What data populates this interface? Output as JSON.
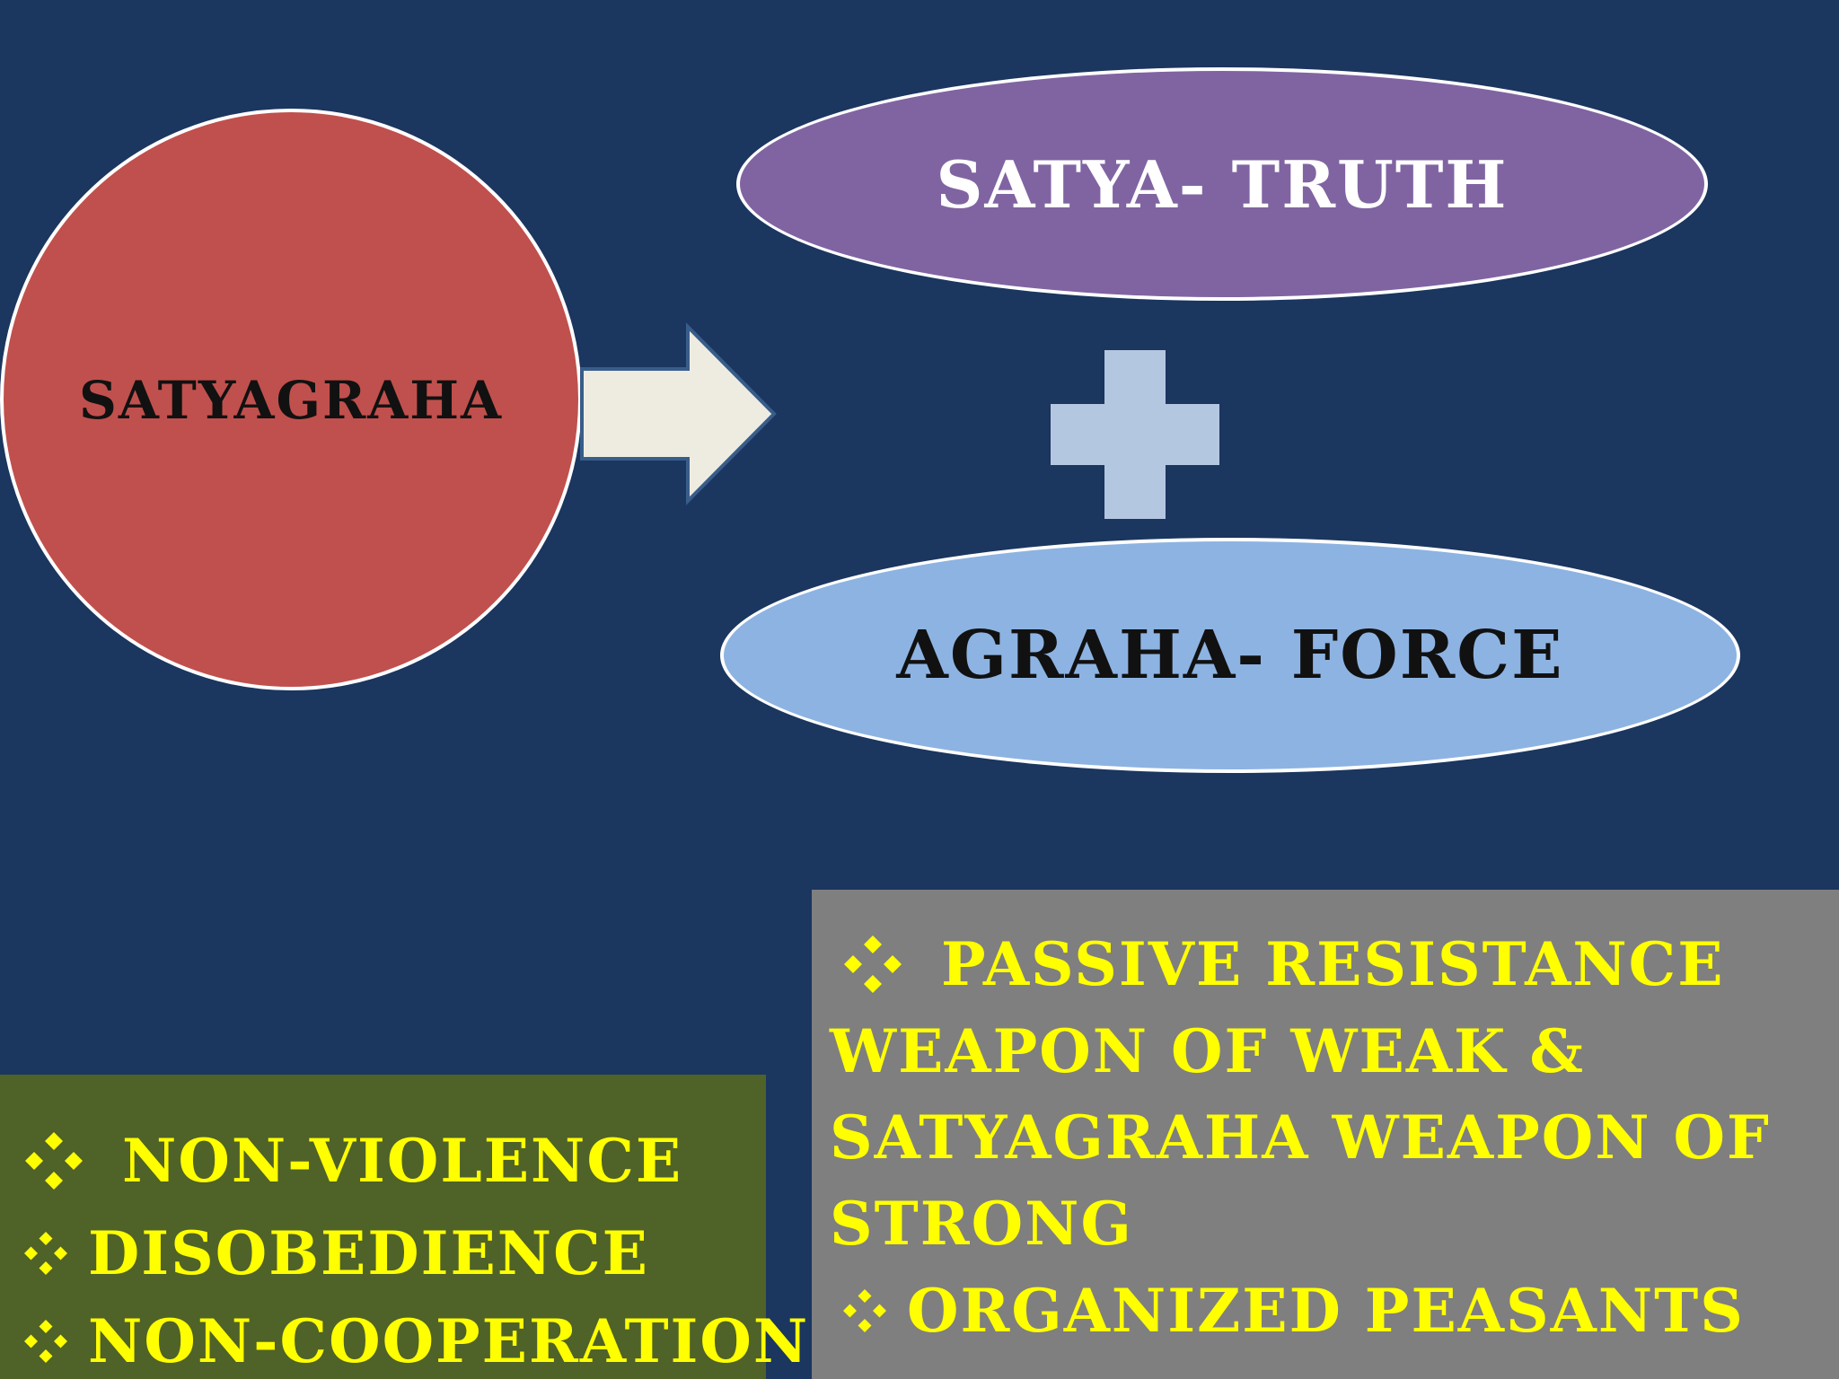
{
  "diagram": {
    "main_concept": "SATYAGRAHA",
    "part_one": "SATYA- TRUTH",
    "part_two": "AGRAHA- FORCE",
    "connector_icon": "right-arrow-icon",
    "combine_icon": "plus-icon"
  },
  "methods": {
    "bullet_icon": "diamond-bullet-icon",
    "items": [
      "NON-VIOLENCE",
      "DISOBEDIENCE",
      "NON-COOPERATION"
    ]
  },
  "notes": {
    "bullet_icon": "diamond-bullet-icon",
    "first_bullet": "PASSIVE RESISTANCE",
    "first_bullet_continuation": [
      "WEAPON OF WEAK &",
      "SATYAGRAHA WEAPON OF",
      "STRONG"
    ],
    "second_bullet": "ORGANIZED PEASANTS"
  },
  "colors": {
    "background": "#1b365f",
    "circle": "#c0504d",
    "oval_top": "#8064a2",
    "oval_bottom": "#8db3e2",
    "arrow": "#eeece1",
    "plus": "#b4c7e0",
    "green_box": "#4f6228",
    "gray_box": "#7f7f7f",
    "highlight_text": "#ffff00"
  }
}
